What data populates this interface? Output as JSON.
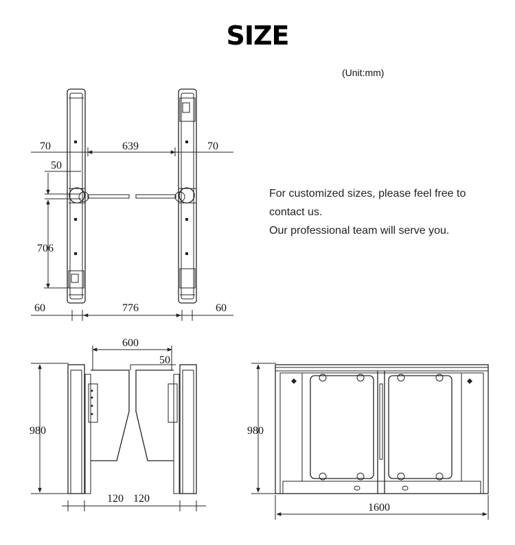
{
  "title": "SIZE",
  "unit": "(Unit:mm)",
  "note": {
    "line1": "For customized sizes, please feel free to",
    "line2": "contact us.",
    "line3": "Our professional team will serve you."
  },
  "top_view": {
    "d_70_left": "70",
    "d_639": "639",
    "d_70_right": "70",
    "d_50": "50",
    "d_706": "706",
    "d_60_left": "60",
    "d_776": "776",
    "d_60_right": "60"
  },
  "front_view": {
    "d_600": "600",
    "d_50": "50",
    "d_980": "980",
    "d_120_left": "120",
    "d_120_right": "120"
  },
  "side_view": {
    "d_980": "980",
    "d_1600": "1600"
  }
}
